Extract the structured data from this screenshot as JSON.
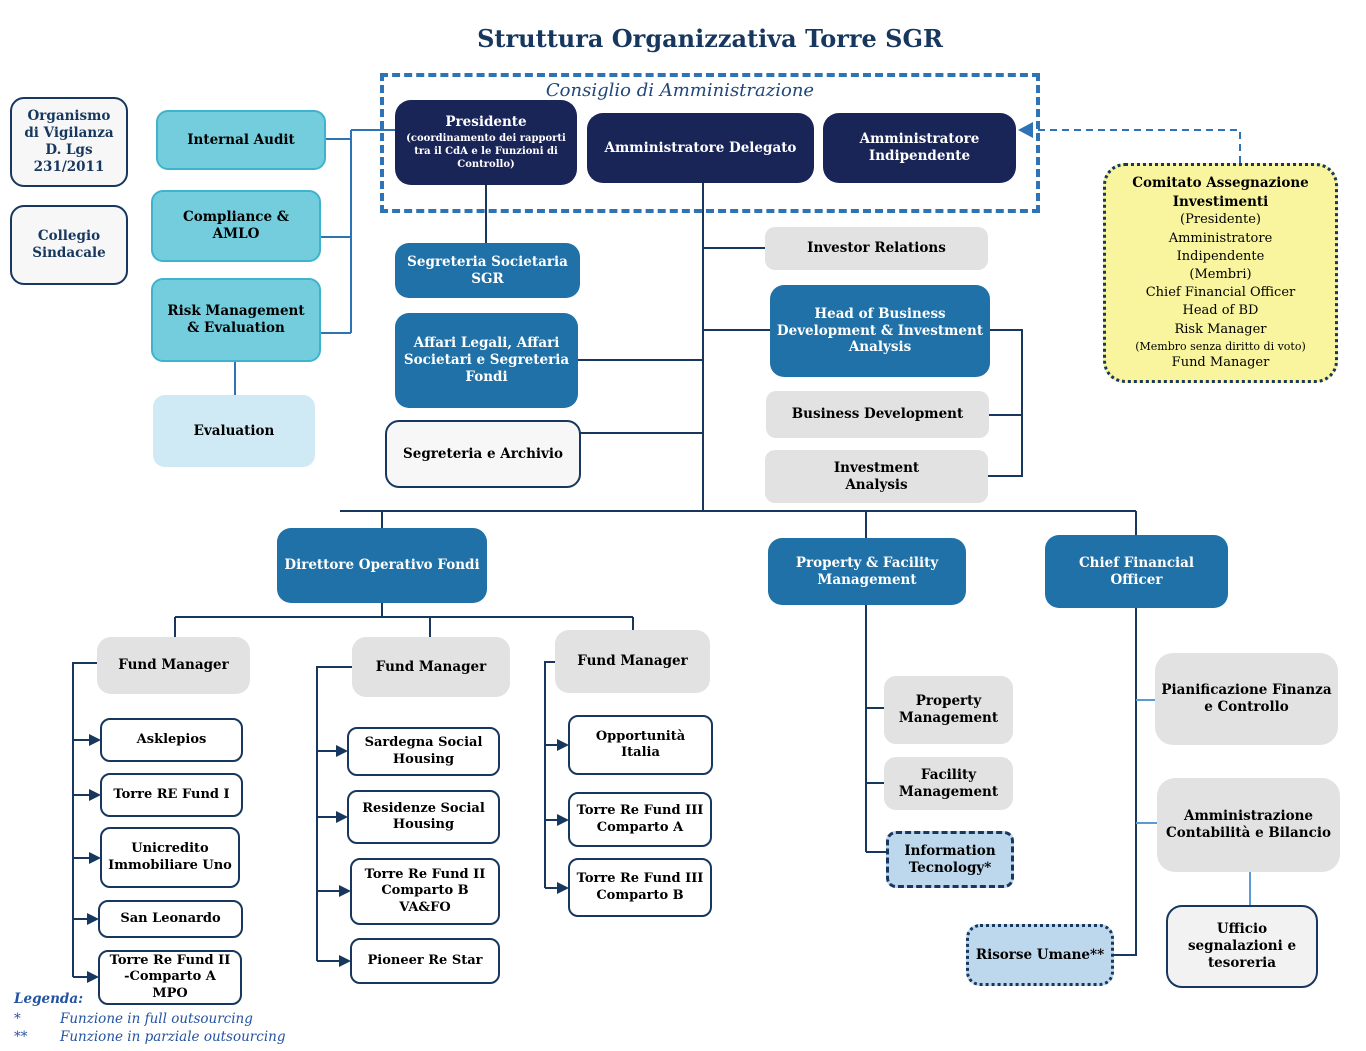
{
  "title": "Struttura Organizzativa Torre SGR",
  "colors": {
    "navy_box": "#1a2557",
    "blue_box": "#2071a7",
    "teal_box": "#74cddc",
    "light_cyan_box": "#cfeaf4",
    "gray_box": "#e2e2e2",
    "yellow_box": "#f9f59e",
    "light_blue_box": "#bdd7ec",
    "line_navy": "#17375e",
    "line_steel": "#2e74b5",
    "line_light_blue": "#5b9bd5"
  },
  "board": {
    "label": "Consiglio di Amministrazione",
    "presidente_title": "Presidente",
    "presidente_sub": "(coordinamento dei rapporti tra il CdA e le Funzioni di Controllo)",
    "amministratore_delegato": "Amministratore Delegato",
    "amministratore_indipendente": "Amministratore Indipendente"
  },
  "oversight": {
    "organismo": "Organismo di Vigilanza D. Lgs 231/2011",
    "collegio": "Collegio Sindacale"
  },
  "control_functions": {
    "internal_audit": "Internal Audit",
    "compliance": "Compliance & AMLO",
    "risk": "Risk Management & Evaluation",
    "evaluation": "Evaluation"
  },
  "staff": {
    "segreteria_societaria": "Segreteria Societaria SGR",
    "affari_legali": "Affari Legali, Affari Societari e Segreteria Fondi",
    "segreteria_archivio": "Segreteria e Archivio"
  },
  "business": {
    "investor_relations": "Investor Relations",
    "head_bd": "Head of Business Development & Investment Analysis",
    "business_development": "Business Development",
    "investment_analysis": "Investment\nAnalysis"
  },
  "comitato": {
    "title": "Comitato Assegnazione Investimenti",
    "members": "(Presidente)\nAmministratore\nIndipendente\n(Membri)\nChief Financial Officer\nHead of BD\nRisk Manager",
    "note": "(Membro senza diritto di voto)",
    "last": "Fund Manager"
  },
  "divisions": {
    "direttore_operativo": "Direttore Operativo Fondi",
    "property_facility": "Property & Facility Management",
    "cfo": "Chief Financial Officer"
  },
  "funds": {
    "col1": {
      "manager": "Fund Manager",
      "items": [
        "Asklepios",
        "Torre RE Fund I",
        "Unicredito Immobiliare Uno",
        "San Leonardo",
        "Torre Re Fund II -Comparto A MPO"
      ]
    },
    "col2": {
      "manager": "Fund Manager",
      "items": [
        "Sardegna Social Housing",
        "Residenze Social Housing",
        "Torre Re Fund II Comparto B VA&FO",
        "Pioneer Re Star"
      ]
    },
    "col3": {
      "manager": "Fund Manager",
      "items": [
        "Opportunità Italia",
        "Torre  Re Fund III Comparto A",
        "Torre  Re Fund III Comparto B"
      ]
    }
  },
  "pfm_units": {
    "property": "Property Management",
    "facility": "Facility Management",
    "it": "Information Tecnology*",
    "hr": "Risorse Umane**"
  },
  "cfo_units": {
    "pianificazione": "Pianificazione Finanza e Controllo",
    "amministrazione": "Amministrazione Contabilità e Bilancio",
    "ufficio": "Ufficio segnalazioni e tesoreria"
  },
  "legend": {
    "title": "Legenda:",
    "star": "*",
    "star_text": "Funzione in full outsourcing",
    "double_star": "**",
    "double_star_text": "Funzione in parziale outsourcing"
  }
}
